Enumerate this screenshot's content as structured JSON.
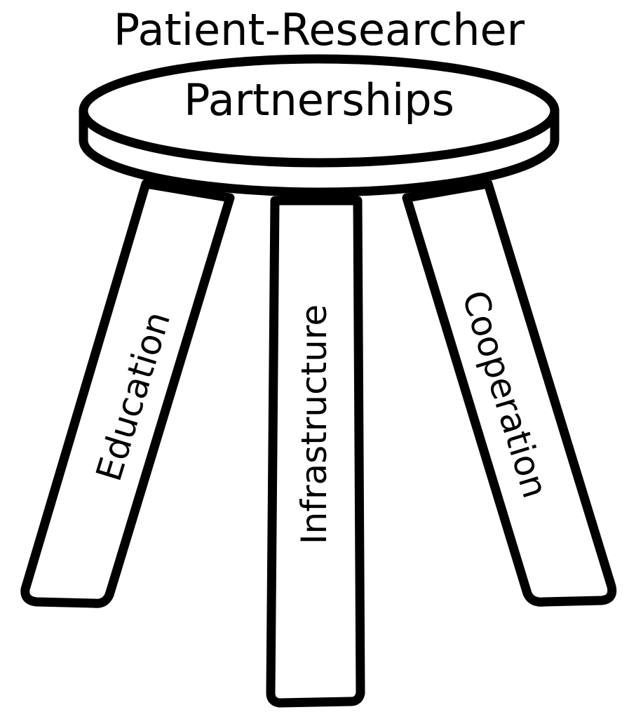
{
  "title": {
    "line1": "Patient-Researcher",
    "line2": "Partnerships"
  },
  "legs": {
    "left": "Education",
    "middle": "Infrastructure",
    "right": "Cooperation"
  },
  "colors": {
    "line": "#000000",
    "fill": "#ffffff"
  }
}
